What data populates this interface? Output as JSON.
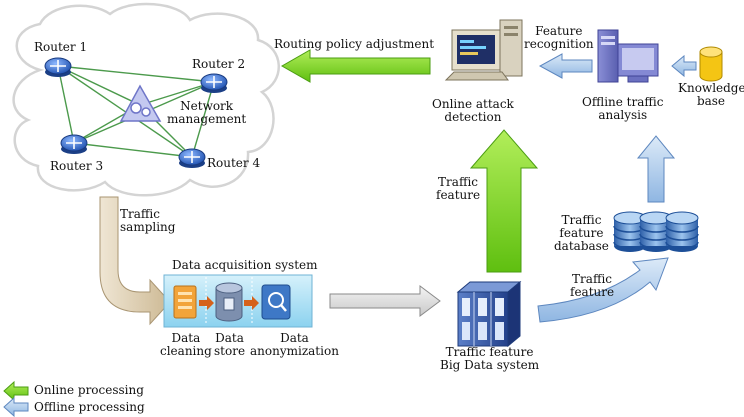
{
  "network": {
    "routers": [
      "Router 1",
      "Router 2",
      "Router 3",
      "Router 4"
    ],
    "management_label": "Network\nmanagement"
  },
  "arrows": {
    "routing_policy": "Routing policy adjustment",
    "feature_recognition": "Feature\nrecognition",
    "traffic_sampling": "Traffic\nsampling",
    "traffic_feature_up": "Traffic\nfeature",
    "traffic_feature_db": "Traffic\nfeature"
  },
  "nodes": {
    "online_attack_detection": "Online attack\ndetection",
    "offline_traffic_analysis": "Offline traffic\nanalysis",
    "knowledge_base": "Knowledge\nbase",
    "traffic_feature_database": "Traffic\nfeature\ndatabase",
    "big_data_system": "Traffic feature\nBig Data system"
  },
  "acquisition": {
    "title": "Data acquisition system",
    "steps": [
      "Data\ncleaning",
      "Data\nstore",
      "Data\nanonymization"
    ]
  },
  "legend": {
    "online": "Online processing",
    "offline": "Offline processing"
  },
  "colors": {
    "online_green": "#7ed321",
    "offline_blue": "#a9c8ec",
    "sampling_tan": "#d8c8a8",
    "gray_arrow": "#d9d9d9"
  }
}
